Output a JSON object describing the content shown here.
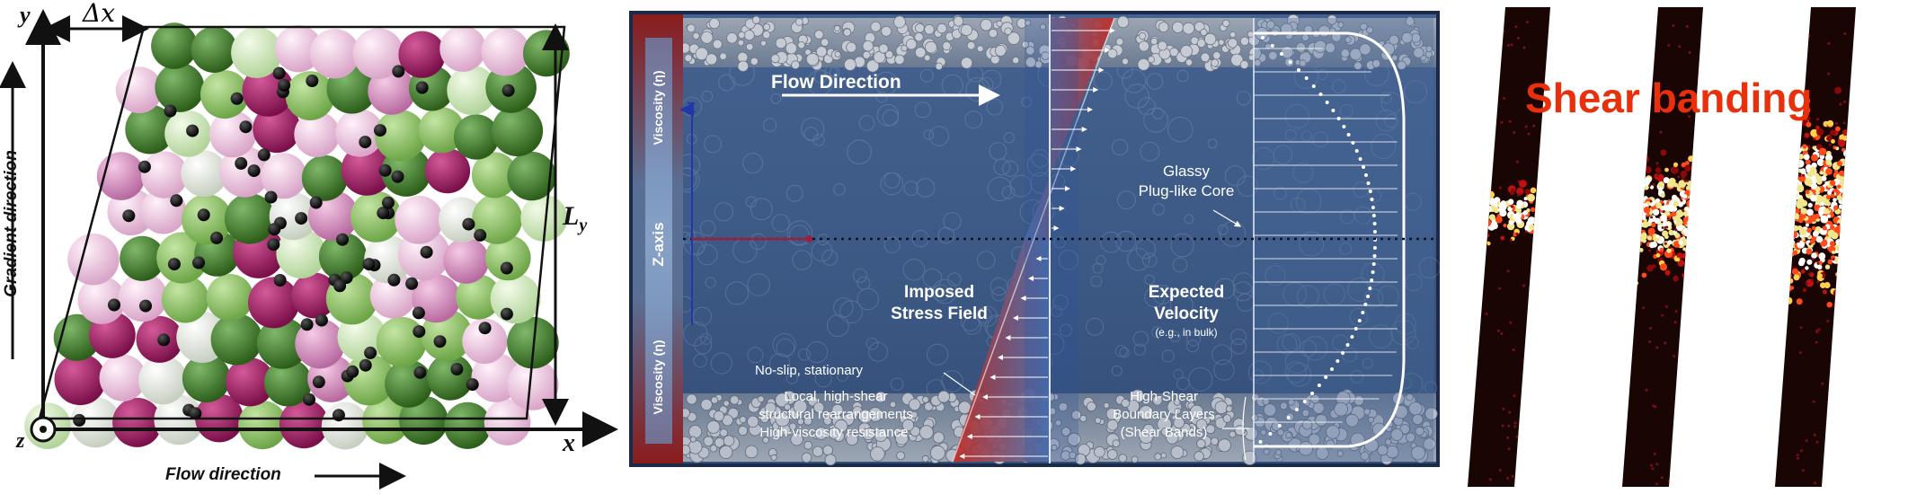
{
  "panel_a": {
    "y_axis": "y",
    "x_axis": "x",
    "z_axis": "z",
    "delta_x": "Δx",
    "l_y": "L",
    "l_y_sub": "y",
    "gradient_label": "Gradient direction",
    "flow_label": "Flow direction",
    "colors": {
      "dark_green": "#3d7a28",
      "mid_green": "#8cc462",
      "light_green": "#d4ebbd",
      "white": "#eef1ea",
      "light_pink": "#f0c7e2",
      "pink": "#d98dc4",
      "magenta": "#a4206b",
      "black": "#111111"
    }
  },
  "panel_b": {
    "flow_direction": "Flow Direction",
    "z_label": "Z",
    "z_axis": "Z-axis",
    "viscosity_top": "Viscosity (η)",
    "viscosity_bottom": "Viscosity (η)",
    "imposed_line1": "Imposed",
    "imposed_line2": "Stress Field",
    "glassy_line1": "Glassy",
    "glassy_line2": "Plug-like Core",
    "expected_line1": "Expected",
    "expected_line2": "Velocity",
    "expected_line3": "(e.g., in bulk)",
    "noslip": "No-slip, stationary",
    "local_line1": "Local, high-shear",
    "local_line2": "structural rearrangements",
    "local_line3": "High-viscosity resistance.",
    "boundary_line1": "High-Shear",
    "boundary_line2": "Boundary Layers",
    "boundary_line3": "(Shear Bands)",
    "colors": {
      "background": "#3b5a86",
      "frame": "#1b2a49",
      "red_strip": "#7a1a1a",
      "stress_red": "#c0261f",
      "text": "#ffffff"
    }
  },
  "panel_c": {
    "title": "Shear banding",
    "title_color": "#e8300c",
    "strip_color": "#1a0505"
  }
}
